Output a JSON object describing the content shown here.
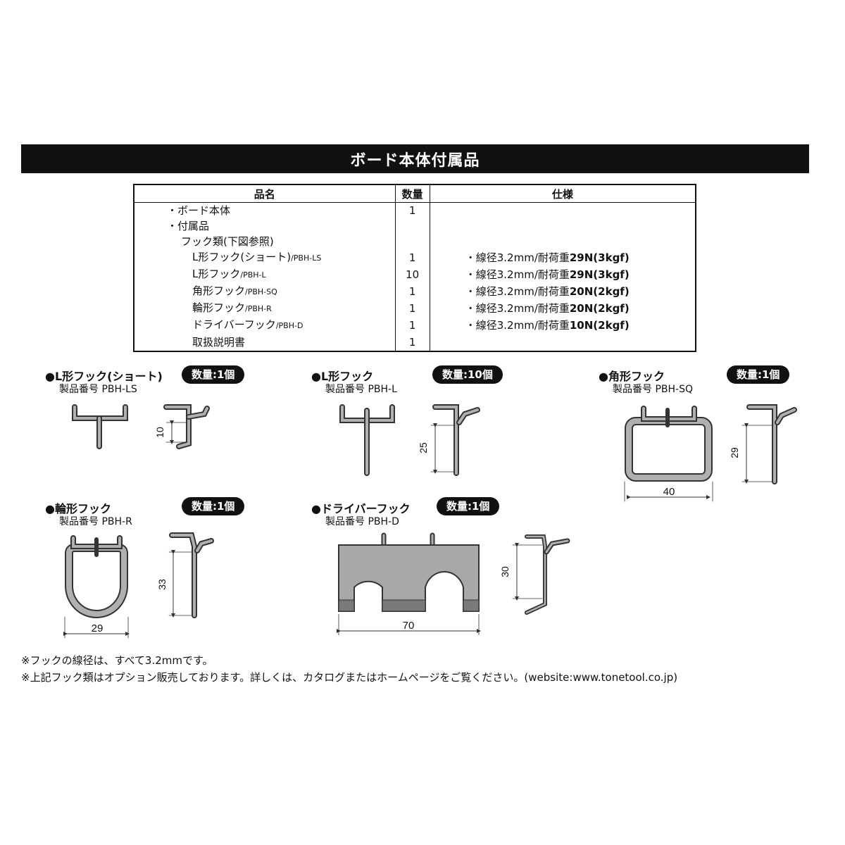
{
  "header": {
    "title": "ボード本体付属品"
  },
  "table": {
    "headers": {
      "name": "品名",
      "qty": "数量",
      "spec": "仕様"
    },
    "rows": [
      {
        "name": "・ボード本体",
        "code": "",
        "qty": "1",
        "spec": "",
        "spec_bold": ""
      },
      {
        "name": "・付属品",
        "code": "",
        "qty": "",
        "spec": "",
        "spec_bold": ""
      },
      {
        "name": "フック類(下図参照)",
        "code": "",
        "qty": "",
        "spec": "",
        "spec_bold": ""
      },
      {
        "name": "L形フック(ショート)",
        "code": "/PBH-LS",
        "qty": "1",
        "spec": "・線径3.2mm/耐荷重",
        "spec_bold": "29N(3kgf)"
      },
      {
        "name": "L形フック",
        "code": "/PBH-L",
        "qty": "10",
        "spec": "・線径3.2mm/耐荷重",
        "spec_bold": "29N(3kgf)"
      },
      {
        "name": "角形フック",
        "code": "/PBH-SQ",
        "qty": "1",
        "spec": "・線径3.2mm/耐荷重",
        "spec_bold": "20N(2kgf)"
      },
      {
        "name": "輪形フック",
        "code": "/PBH-R",
        "qty": "1",
        "spec": "・線径3.2mm/耐荷重",
        "spec_bold": "20N(2kgf)"
      },
      {
        "name": "ドライバーフック",
        "code": "/PBH-D",
        "qty": "1",
        "spec": "・線径3.2mm/耐荷重",
        "spec_bold": "10N(2kgf)"
      },
      {
        "name": "取扱説明書",
        "code": "",
        "qty": "1",
        "spec": "",
        "spec_bold": ""
      }
    ]
  },
  "hooks": {
    "ls": {
      "title": "●L形フック(ショート)",
      "code": "製品番号 PBH-LS",
      "qty": "数量:1個",
      "dim": "10"
    },
    "l": {
      "title": "●L形フック",
      "code": "製品番号 PBH-L",
      "qty": "数量:10個",
      "dim": "25"
    },
    "sq": {
      "title": "●角形フック",
      "code": "製品番号 PBH-SQ",
      "qty": "数量:1個",
      "dim_h": "29",
      "dim_w": "40"
    },
    "r": {
      "title": "●輪形フック",
      "code": "製品番号 PBH-R",
      "qty": "数量:1個",
      "dim_h": "33",
      "dim_w": "29"
    },
    "d": {
      "title": "●ドライバーフック",
      "code": "製品番号 PBH-D",
      "qty": "数量:1個",
      "dim_h": "30",
      "dim_w": "70"
    }
  },
  "notes": [
    "※フックの線径は、すべて3.2mmです。",
    "※上記フック類はオプション販売しております。詳しくは、カタログまたはホームページをご覧ください。(website:www.tonetool.co.jp)"
  ],
  "colors": {
    "banner_bg": "#111111",
    "hook_fill": "#b0b0b0",
    "hook_stroke": "#333333"
  }
}
